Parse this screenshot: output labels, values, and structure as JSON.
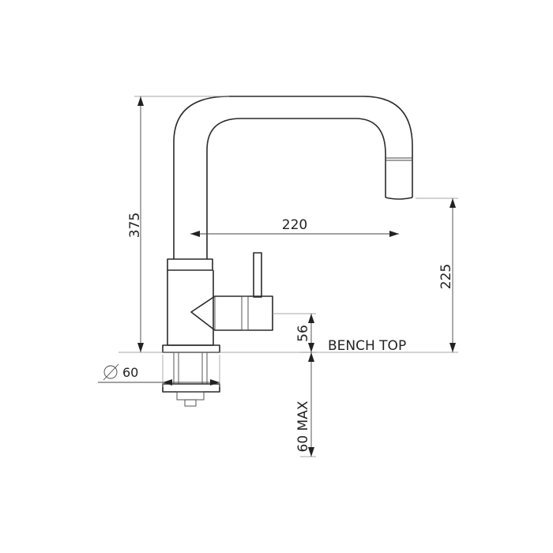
{
  "dimensions": {
    "overall_height": "375",
    "spout_reach": "220",
    "spout_height": "225",
    "handle_height": "56",
    "base_diameter": "60",
    "base_symbol": "∅",
    "mount_depth": "60 MAX"
  },
  "labels": {
    "bench": "BENCH TOP"
  }
}
